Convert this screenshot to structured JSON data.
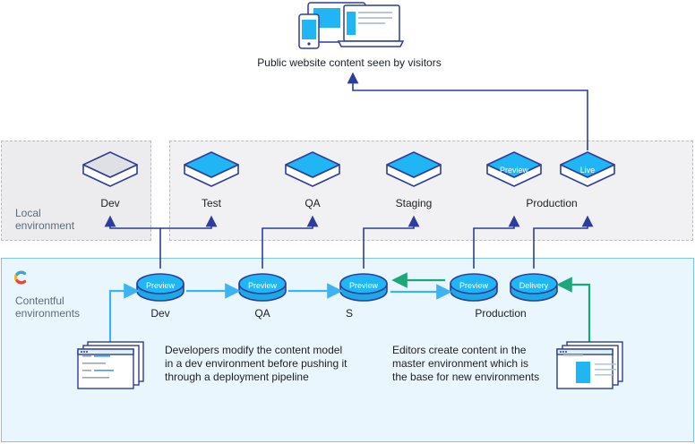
{
  "top": {
    "caption": "Public website content seen by visitors",
    "devices_icon": "devices-icon"
  },
  "regions": {
    "local": {
      "line1": "Local",
      "line2": "environment"
    },
    "contentful": {
      "line1": "Contentful",
      "line2": "environments",
      "logo": "contentful-logo-icon"
    }
  },
  "upper_nodes": [
    {
      "label": "Dev",
      "tile": "",
      "style": "grey"
    },
    {
      "label": "Test",
      "tile": "",
      "style": "blue"
    },
    {
      "label": "QA",
      "tile": "",
      "style": "blue"
    },
    {
      "label": "Staging",
      "tile": "",
      "style": "blue"
    },
    {
      "label": "Production",
      "tile_preview": "Preview",
      "tile_live": "Live",
      "style": "blue"
    }
  ],
  "lower_nodes": [
    {
      "disk": "Preview",
      "label": "Dev"
    },
    {
      "disk": "Preview",
      "label": "QA"
    },
    {
      "disk": "Preview",
      "label": "S"
    },
    {
      "disk": "Preview",
      "label": "Production"
    },
    {
      "disk": "Delivery",
      "label": ""
    }
  ],
  "notes": {
    "developers": [
      "Developers modify the content model",
      "in a dev environment before pushing it",
      "through a deployment pipeline"
    ],
    "editors": [
      "Editors create content in the",
      "master environment which is",
      "the base for new environments"
    ]
  },
  "colors": {
    "navy": "#2d3d99",
    "tile_blue": "#20b6f5",
    "tile_grey": "#dfe0e4",
    "arrow_blue": "#3cb4f0",
    "arrow_green": "#19a876"
  }
}
